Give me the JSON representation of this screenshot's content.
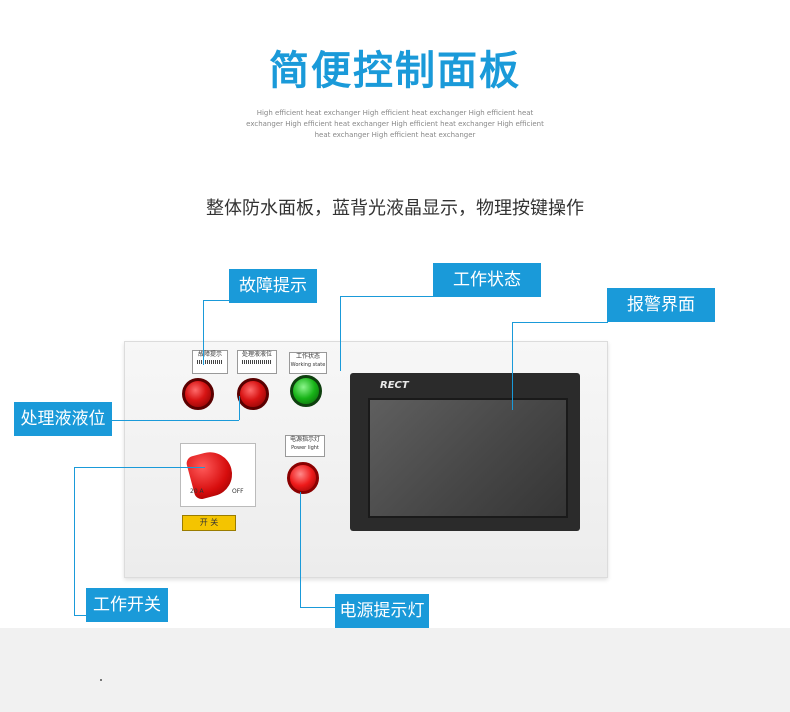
{
  "header": {
    "title": "简便控制面板",
    "subtitle": "High efficient heat exchanger  High efficient heat exchanger  High efficient heat exchanger  High efficient heat exchanger  High efficient heat exchanger  High efficient heat exchanger High efficient heat exchanger",
    "tagline": "整体防水面板，蓝背光液晶显示，物理按键操作"
  },
  "callouts": {
    "fault": "故障提示",
    "work_status": "工作状态",
    "alarm_screen": "报警界面",
    "liquid_level": "处理液液位",
    "work_switch": "工作开关",
    "power_lamp": "电源提示灯"
  },
  "panel": {
    "plate_fault": "故障提示",
    "plate_level": "处理液液位",
    "plate_status": "工作状态",
    "plate_status_en": "Working state",
    "plate_power": "电源指示灯",
    "plate_power_en": "Power light",
    "switch_left": "20 A",
    "switch_right": "OFF",
    "switch_tag": "开  关",
    "hmi_brand": "RECT"
  },
  "colors": {
    "accent": "#1a9ad9",
    "lamp_red": "#d81414",
    "lamp_green": "#17b317",
    "tag_yellow": "#f4c400"
  }
}
